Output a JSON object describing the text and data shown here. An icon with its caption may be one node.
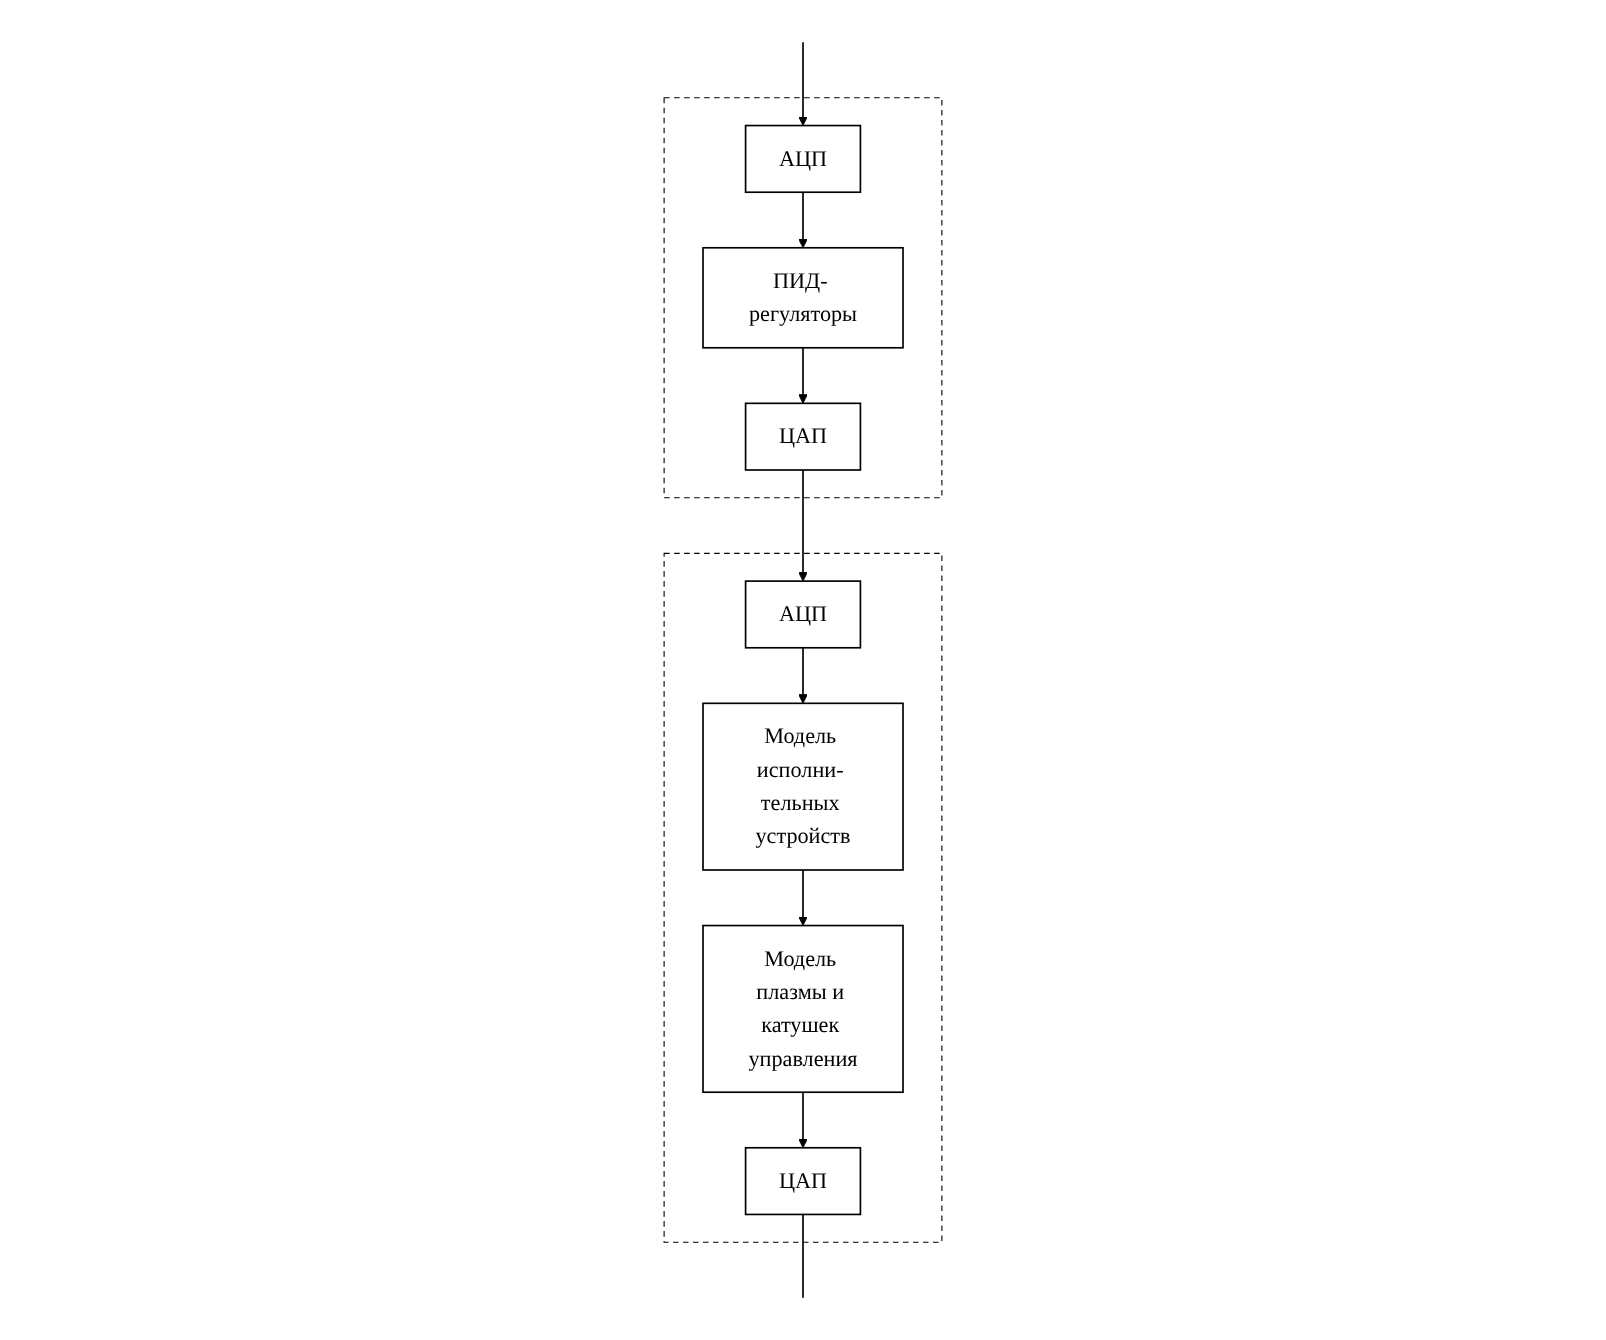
{
  "diagram": {
    "nodes": [
      {
        "text": [],
        "shape": "box"
      },
      {
        "text": [
          "ЦАП"
        ],
        "in": 0
      },
      {
        "text": [
          "ПИД- регуляторы"
        ],
        "in": 0
      },
      {
        "text": [
          "АЦП"
        ],
        "in": 0
      },
      {
        "text": [],
        "shape": "box"
      },
      {
        "text": [
          "АЦП"
        ],
        "in": 4
      },
      {
        "text": [
          "Модель исполни- тельных устройств"
        ],
        "in": 4
      },
      {
        "text": [
          "Модель плазмы и катушек управления"
        ],
        "in": 4
      },
      {
        "text": [
          "ЦАП"
        ],
        "in": 4
      }
    ],
    "edges": [
      {
        "from": null,
        "to": 3,
        "arrow": "to"
      },
      {
        "from": 3,
        "to": 2,
        "arrow": "to"
      },
      {
        "from": 2,
        "to": 1,
        "arrow": "to"
      },
      {
        "from": 1,
        "to": 5,
        "arrow": "to"
      },
      {
        "from": 5,
        "to": 6,
        "arrow": "to"
      },
      {
        "from": 6,
        "to": 7,
        "arrow": "to"
      },
      {
        "from": 7,
        "to": 8,
        "arrow": "to"
      },
      {
        "from": 8,
        "to": null,
        "arrow": "none"
      }
    ]
  }
}
